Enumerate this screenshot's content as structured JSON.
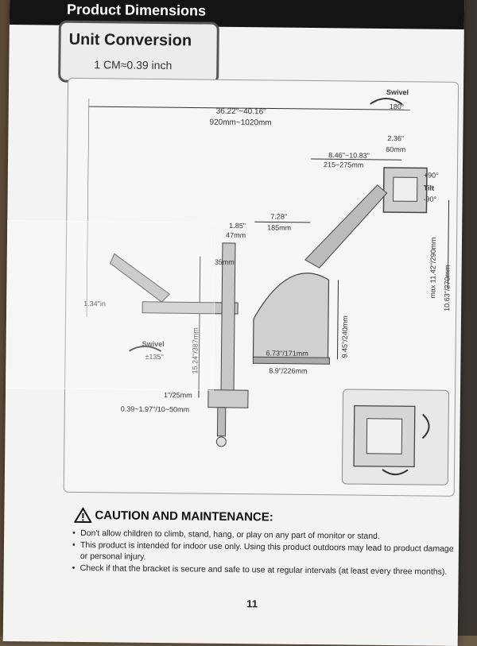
{
  "header": {
    "title": "Product Dimensions"
  },
  "unit_conversion": {
    "title": "Unit Conversion",
    "text": "1 CM≈0.39 inch"
  },
  "dimensions": {
    "total_width_in": "36.22\"~40.16\"",
    "total_width_mm": "920mm~1020mm",
    "swivel_top": "Swivel",
    "swivel_top_deg": "180°",
    "depth_in": "2.36\"",
    "depth_mm": "60mm",
    "arm_in": "8.46\"~10.83\"",
    "arm_mm": "215~275mm",
    "tilt_top": "+90°",
    "tilt_label": "Tilt",
    "tilt_bottom": "-90°",
    "mid_in": "7.28\"",
    "mid_mm": "185mm",
    "offset_in": "1.85\"",
    "offset_mm": "47mm",
    "pole_mm": "35mm",
    "max_height": "max 11.42\"/290mm",
    "min_height": "10.63\"/270mm",
    "pole_height": "15.24\"/387mm",
    "base_height": "9.45\"/240mm",
    "base_w1": "6.73\"/171mm",
    "base_w2": "8.9\"/226mm",
    "swivel_bottom": "Swivel",
    "swivel_bottom_deg": "±135°",
    "clamp_1": "1\"/25mm",
    "clamp_2": "0.39~1.97\"/10~50mm",
    "left_dim": "1.34\"in"
  },
  "caution": {
    "title": "CAUTION AND MAINTENANCE:",
    "items": [
      "Don't allow children to climb, stand, hang, or play on any part of monitor or stand.",
      "This product is intended for indoor use only. Using this product outdoors may lead to product damage or personal injury.",
      "Check if that the bracket is secure and safe to use at regular intervals (at least every three months)."
    ]
  },
  "page_number": "11"
}
